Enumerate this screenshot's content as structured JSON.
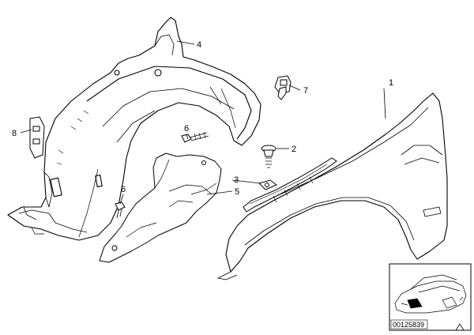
{
  "diagram": {
    "callouts": [
      {
        "id": "callout-1",
        "label": "1"
      },
      {
        "id": "callout-2",
        "label": "2"
      },
      {
        "id": "callout-3",
        "label": "3"
      },
      {
        "id": "callout-4",
        "label": "4"
      },
      {
        "id": "callout-5",
        "label": "5"
      },
      {
        "id": "callout-6a",
        "label": "6"
      },
      {
        "id": "callout-6b",
        "label": "6"
      },
      {
        "id": "callout-7",
        "label": "7"
      },
      {
        "id": "callout-8",
        "label": "8"
      }
    ],
    "reference_code": "00125839",
    "thumbnail": {
      "icon": "car-thumbnail-icon"
    },
    "corner_icon": "triangle-icon"
  }
}
